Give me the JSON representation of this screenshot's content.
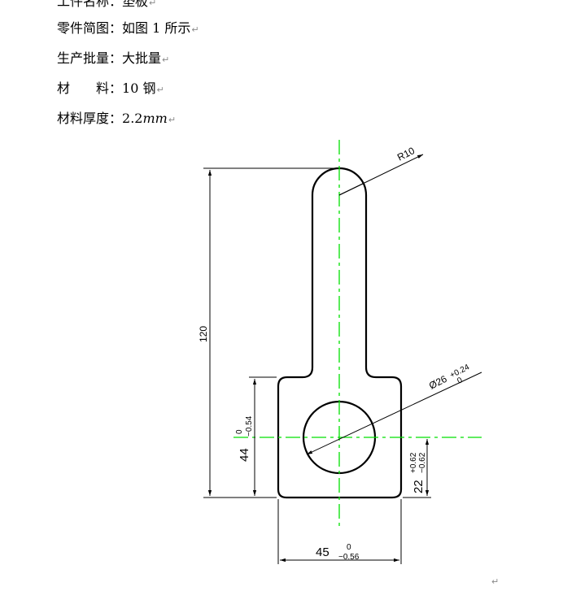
{
  "text": {
    "line1": {
      "label": "工件名称：",
      "value": "垫板"
    },
    "line2": {
      "label": "零件简图：",
      "value": "如图 1 所示"
    },
    "line3": {
      "label": "生产批量：",
      "value": "大批量"
    },
    "line4": {
      "label": "材　　料：",
      "value": "10 钢"
    },
    "line5": {
      "label": "材料厚度：",
      "value": "2.2",
      "unit": "mm"
    },
    "para_mark": "↵"
  },
  "drawing": {
    "dims": {
      "radius": "R10",
      "height": "120",
      "hole_dia": "Ø26",
      "hole_tol_upper": "+0.24",
      "hole_tol_lower": "0",
      "base_height": "44",
      "base_height_tol_upper": "0",
      "base_height_tol_lower": "−0.54",
      "center_offset": "22",
      "center_tol_upper": "+0.62",
      "center_tol_lower": "−0.62",
      "base_width": "45",
      "base_width_tol_upper": "0",
      "base_width_tol_lower": "−0.56"
    },
    "colors": {
      "outline": "#000000",
      "centerline": "#00e000"
    }
  }
}
